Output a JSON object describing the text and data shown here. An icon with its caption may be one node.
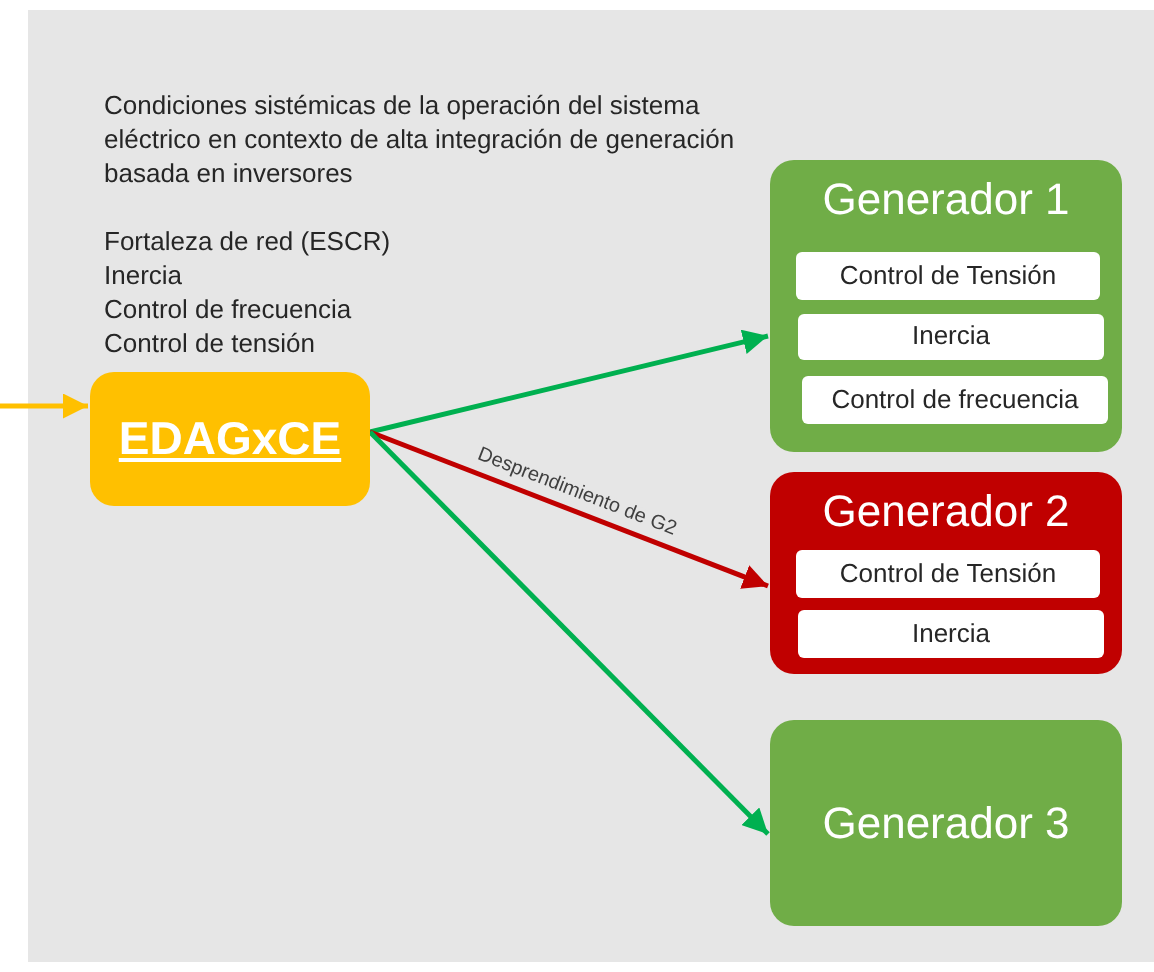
{
  "diagram": {
    "nodes": [
      {
        "text": [
          "EDAGxCE"
        ]
      },
      {
        "text": [
          "Generador 1"
        ]
      },
      {
        "text": [
          "Control de Tensión"
        ],
        "in": 1
      },
      {
        "text": [
          "Inercia"
        ],
        "in": 1
      },
      {
        "text": [
          "Control de frecuencia"
        ],
        "in": 1
      },
      {
        "text": [
          "Generador 2"
        ]
      },
      {
        "text": [
          "Control de Tensión"
        ],
        "in": 5
      },
      {
        "text": [
          "Inercia"
        ],
        "in": 5
      },
      {
        "text": [
          "Generador 3"
        ]
      }
    ],
    "edges": [
      {
        "from": null,
        "to": 0,
        "arrow": "to",
        "color": "#ffc000"
      },
      {
        "from": 0,
        "to": 1,
        "arrow": "to"
      },
      {
        "from": 0,
        "to": 5,
        "arrow": "to",
        "label": "Desprendimiento de G2",
        "color": "#c00000"
      },
      {
        "from": 0,
        "to": 8,
        "arrow": "to"
      }
    ],
    "labels": [
      "Condiciones sistémicas de la operación del sistema eléctrico en contexto de alta integración de generación basada en inversores",
      "Fortaleza de red (ESCR)",
      "Inercia",
      "Control de frecuencia",
      "Control de tensión"
    ]
  }
}
